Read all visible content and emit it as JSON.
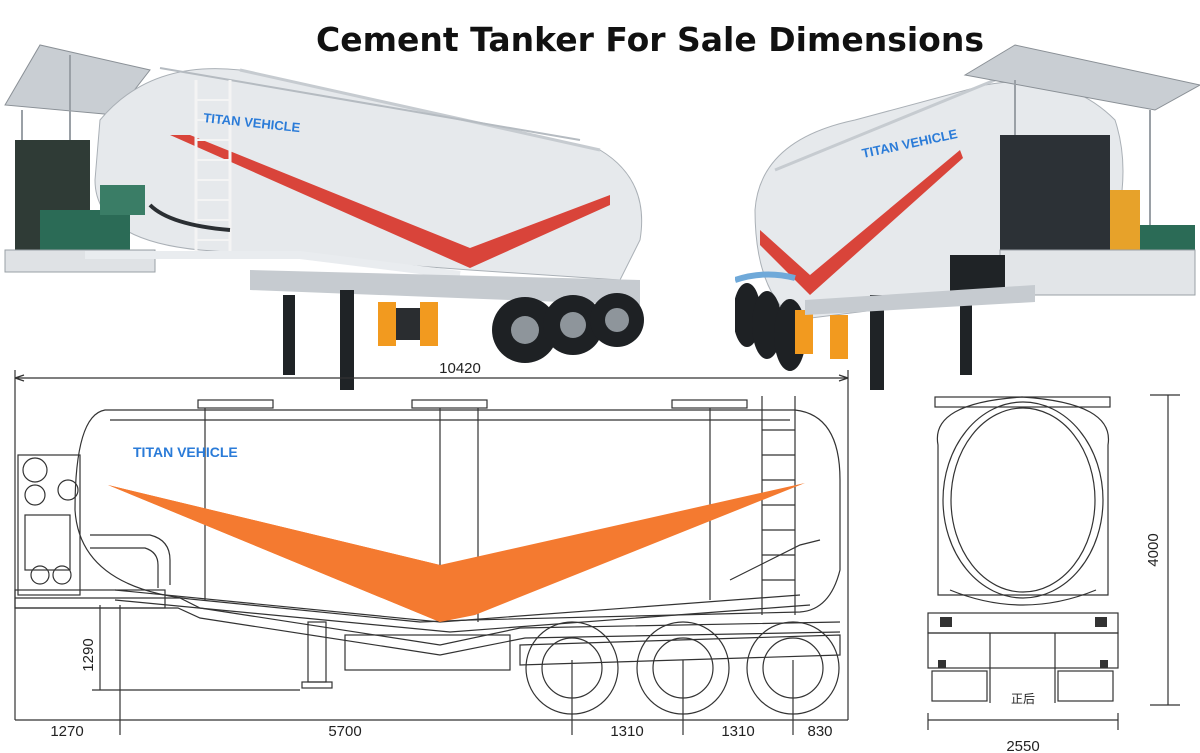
{
  "title": "Cement Tanker For Sale Dimensions",
  "brand_text": "TITAN VEHICLE",
  "rear_label": "正后",
  "dimensions": {
    "overall_length": "10420",
    "front_overhang": "1270",
    "kingpin_to_axle": "5700",
    "axle_spacing_1": "1310",
    "axle_spacing_2": "1310",
    "rear_overhang": "830",
    "fifth_wheel_height": "1290",
    "overall_height": "4000",
    "overall_width": "2550"
  },
  "colors": {
    "stripe_photo": "#d9443a",
    "stripe_drawing": "#f47a30",
    "brand_blue": "#2a7bd8",
    "line": "#333333",
    "tank_photo": "#e9ecef"
  },
  "icons": {
    "photo_left": "tanker-trailer-photo-icon",
    "photo_right": "tanker-trailer-rear-photo-icon",
    "side_drawing": "tanker-side-drawing-icon",
    "rear_drawing": "tanker-rear-drawing-icon"
  }
}
